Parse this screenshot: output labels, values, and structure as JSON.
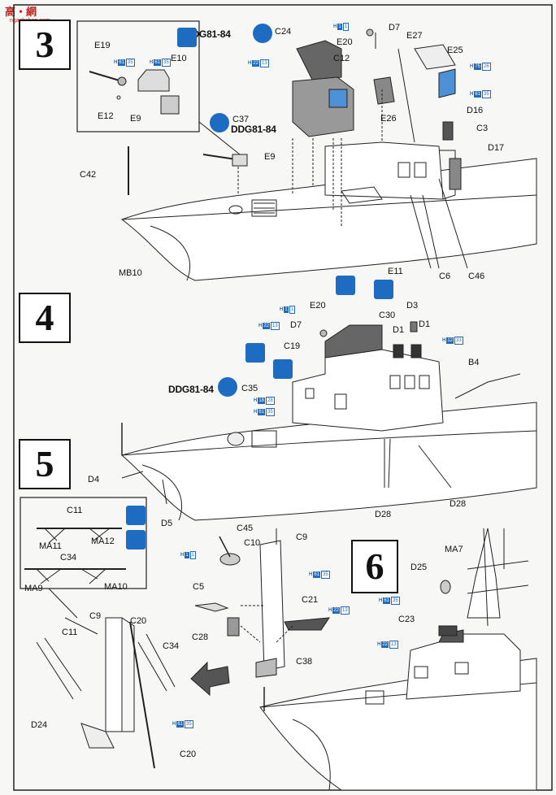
{
  "watermark": {
    "name": "高・網",
    "url": "ngachshop.com"
  },
  "steps": [
    "3",
    "4",
    "5",
    "6"
  ],
  "ddg_tags": [
    "DDG81-84",
    "DDG81-84",
    "DDG81-84"
  ],
  "labels_step3": [
    "E19",
    "E10",
    "E12",
    "E9",
    "C24",
    "C12",
    "C37",
    "E9",
    "C42",
    "MB10",
    "E20",
    "D7",
    "E27",
    "E25",
    "E26",
    "D16",
    "C3",
    "D17",
    "E11",
    "C6",
    "C46"
  ],
  "labels_step4": [
    "E20",
    "D7",
    "C30",
    "D3",
    "D1",
    "D1",
    "C19",
    "C35",
    "B4",
    "D4",
    "D5",
    "D28",
    "D28"
  ],
  "labels_step5": [
    "C11",
    "MA11",
    "MA12",
    "C34",
    "MA9",
    "MA10",
    "C9",
    "C20",
    "C11",
    "C34",
    "D24",
    "C20",
    "C45",
    "C10",
    "C9",
    "C5",
    "C21",
    "C28",
    "C38"
  ],
  "labels_step6": [
    "D25",
    "MA7",
    "C23"
  ],
  "paint_codes": [
    {
      "h": "H",
      "a": "1",
      "b": "1"
    },
    {
      "h": "H",
      "a": "22",
      "b": "13"
    },
    {
      "h": "H",
      "a": "61",
      "b": "35"
    },
    {
      "h": "H",
      "a": "75",
      "b": "26"
    },
    {
      "h": "H",
      "a": "61",
      "b": "35"
    },
    {
      "h": "H",
      "a": "1",
      "b": "1"
    },
    {
      "h": "H",
      "a": "22",
      "b": "13"
    },
    {
      "h": "H",
      "a": "12",
      "b": "33"
    },
    {
      "h": "H",
      "a": "18",
      "b": "28"
    },
    {
      "h": "H",
      "a": "61",
      "b": "35"
    },
    {
      "h": "H",
      "a": "1",
      "b": "1"
    },
    {
      "h": "H",
      "a": "61",
      "b": "35"
    },
    {
      "h": "H",
      "a": "22",
      "b": "13"
    },
    {
      "h": "H",
      "a": "61",
      "b": "35"
    },
    {
      "h": "H",
      "a": "61",
      "b": "35"
    },
    {
      "h": "H",
      "a": "22",
      "b": "13"
    },
    {
      "h": "H",
      "a": "61",
      "b": "35"
    }
  ]
}
